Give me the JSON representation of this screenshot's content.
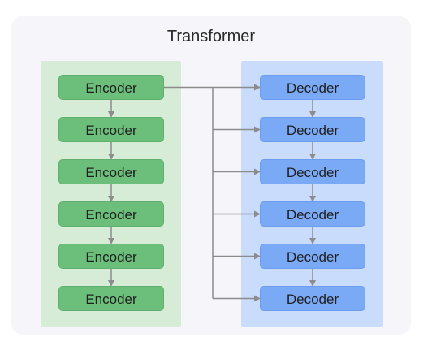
{
  "diagram": {
    "title": "Transformer",
    "encoders": [
      "Encoder",
      "Encoder",
      "Encoder",
      "Encoder",
      "Encoder",
      "Encoder"
    ],
    "decoders": [
      "Decoder",
      "Decoder",
      "Decoder",
      "Decoder",
      "Decoder",
      "Decoder"
    ],
    "colors": {
      "card_background": "#f6f5f9",
      "encoder_stack": "#d6ecd6",
      "encoder_block": "#6cbf7a",
      "decoder_stack": "#c9dcfb",
      "decoder_block": "#7aa9f6",
      "arrow": "#8c8c8c"
    }
  }
}
